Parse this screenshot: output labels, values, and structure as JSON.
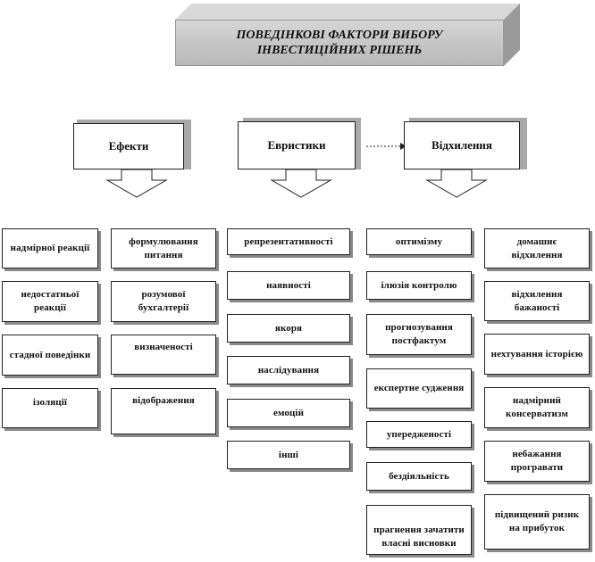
{
  "title": {
    "line1": "ПОВЕДІНКОВІ ФАКТОРИ ВИБОРУ",
    "line2": "ІНВЕСТИЦІЙНИХ РІШЕНЬ"
  },
  "categories": {
    "effects": "Ефекти",
    "heuristics": "Евристики",
    "deviations": "Відхилення"
  },
  "effects_col1": [
    "надмірної реакції",
    "недостатньої реакції",
    "стадної поведінки",
    "ізоляції"
  ],
  "effects_col2": [
    "формулювання питання",
    "розумової бухгалтерії",
    "визначеності",
    "відображення"
  ],
  "heuristics": [
    "репрезентативності",
    "наявності",
    "якоря",
    "наслідування",
    "емоцій",
    "інші"
  ],
  "deviations_col1": [
    "оптимізму",
    "ілюзія контролю",
    "прогнозування постфактум",
    "експертне судження",
    "упередженості",
    "бездіяльність",
    "прагнення зачатити власні висновки"
  ],
  "deviations_col2": [
    "домашнє відхилення",
    "відхилення бажаності",
    "нехтування історією",
    "надмірний консерватизм",
    "небажання програвати",
    "підвищений ризик на прибуток"
  ]
}
